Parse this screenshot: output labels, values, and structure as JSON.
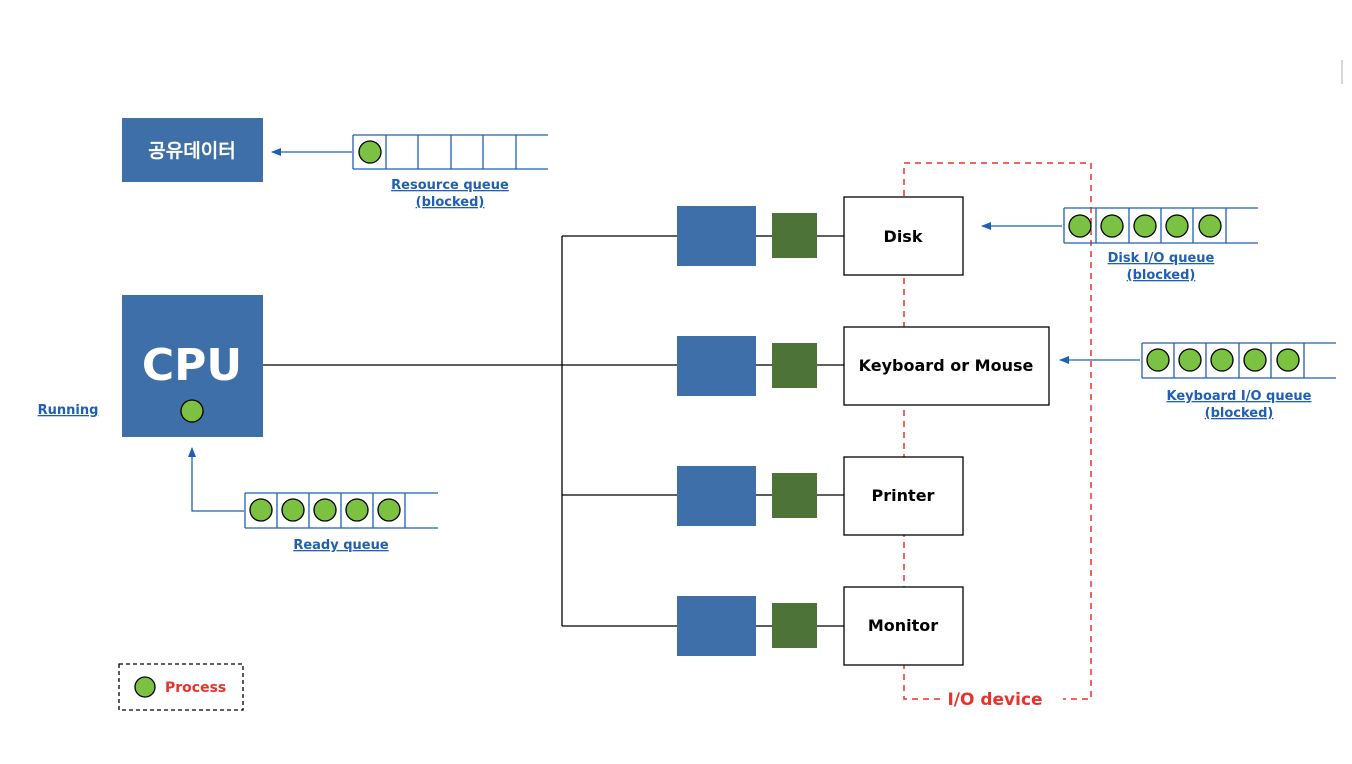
{
  "shared_data": {
    "label": "공유데이터",
    "queue_label": "Resource queue",
    "queue_sub": "(blocked)"
  },
  "cpu": {
    "label": "CPU",
    "state_label": "Running"
  },
  "ready_queue": {
    "label": "Ready queue"
  },
  "devices": [
    {
      "label": "Disk",
      "queue_label": "Disk I/O queue",
      "queue_sub": "(blocked)"
    },
    {
      "label": "Keyboard or Mouse",
      "queue_label": "Keyboard I/O queue",
      "queue_sub": "(blocked)"
    },
    {
      "label": "Printer"
    },
    {
      "label": "Monitor"
    }
  ],
  "io_device_label": "I/O device",
  "legend": {
    "label": "Process"
  },
  "colors": {
    "blue": "#3f6fa8",
    "green_module": "#4e7339",
    "process_fill": "#7bc142",
    "accent_red": "#e8322b",
    "link_blue": "#1f5fb4"
  }
}
